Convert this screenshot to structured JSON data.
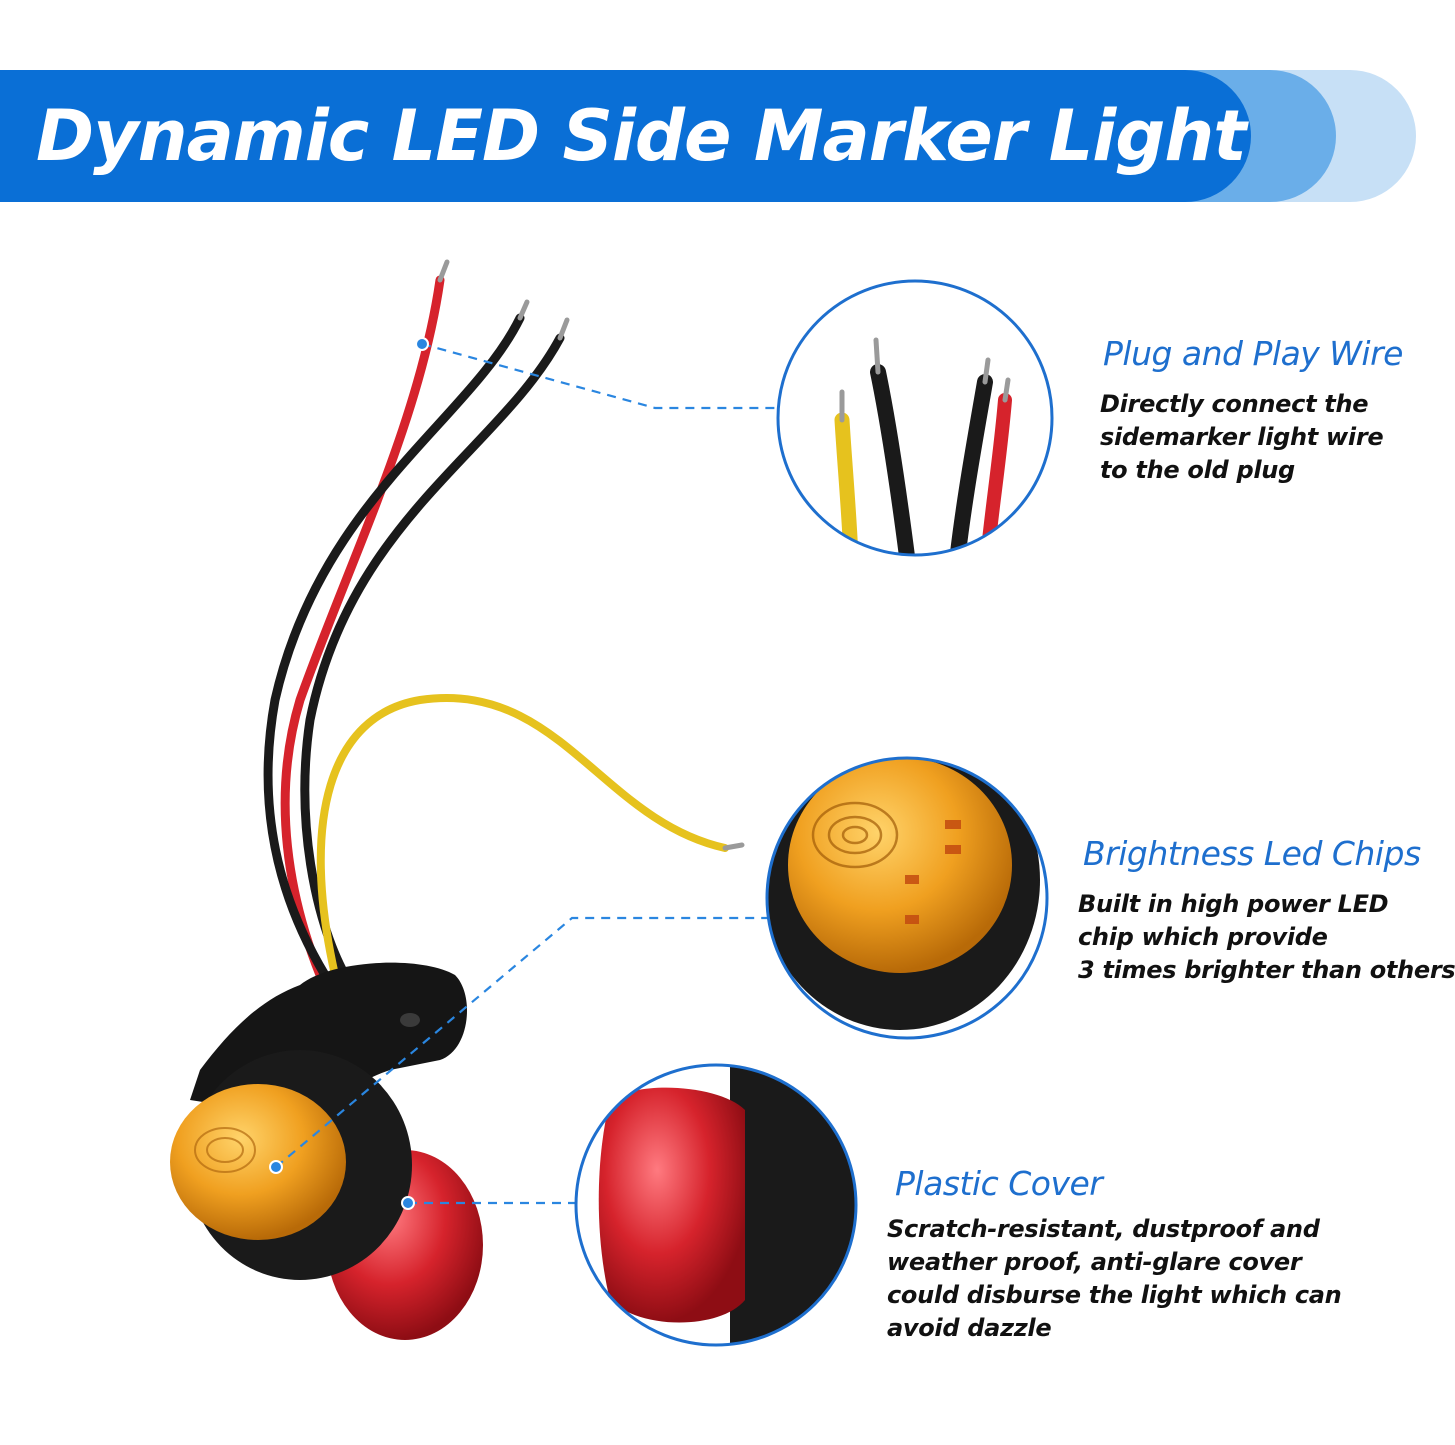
{
  "title": "Dynamic LED Side Marker Light",
  "colors": {
    "brand_blue": "#0a6fd6",
    "banner_fade_1": "#6aaee9",
    "banner_fade_2": "#c7e0f6",
    "accent_text": "#1e6fce",
    "amber_lens": "#f0a020",
    "red_lens": "#d6232c"
  },
  "features": [
    {
      "title": "Plug and Play Wire",
      "desc_lines": [
        "Directly connect the",
        "sidemarker light wire",
        "to the old plug"
      ]
    },
    {
      "title": "Brightness Led Chips",
      "desc_lines": [
        "Built in high power LED",
        "chip which provide",
        "3 times brighter than others"
      ]
    },
    {
      "title": "Plastic Cover",
      "desc_lines": [
        "Scratch-resistant, dustproof and",
        "weather proof, anti-glare cover",
        "could disburse the light which can",
        "avoid dazzle"
      ]
    }
  ]
}
